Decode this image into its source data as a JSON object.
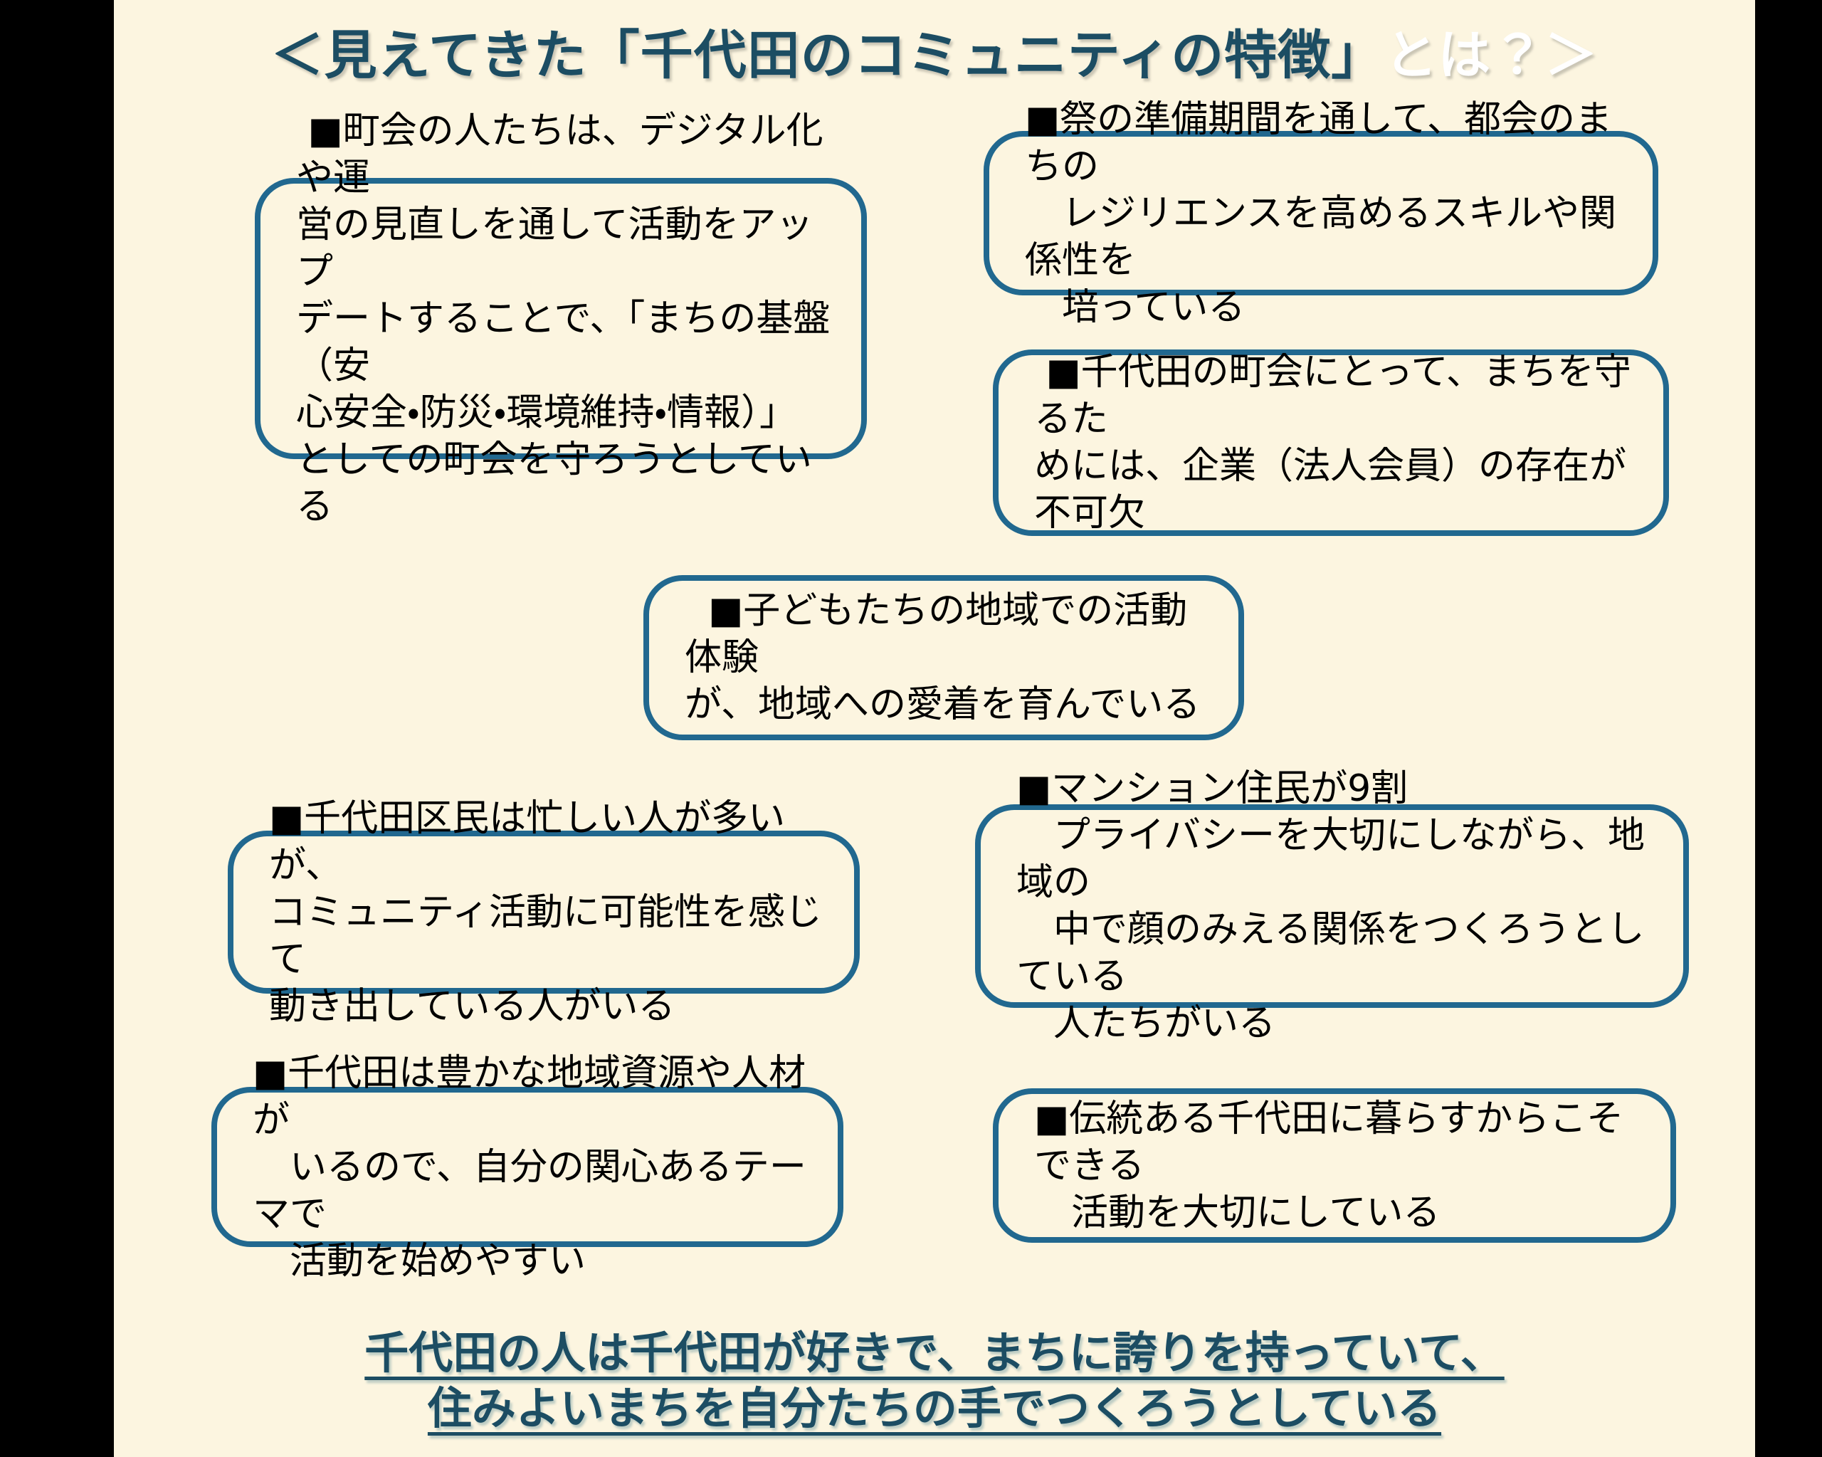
{
  "slide": {
    "title": {
      "main": "＜見えてきた「千代田のコミュニティの特徴」",
      "highlight": "とは？＞"
    },
    "boxes": [
      {
        "id": "chokai-update",
        "text": " ■町会の人たちは、デジタル化や運\n営の見直しを通して活動をアップ\nデートすることで、「まちの基盤（安\n心安全・防災・環境維持・情報）」\nとしての町会を守ろうとしている"
      },
      {
        "id": "matsuri-resilience",
        "text": "■祭の準備期間を通して、都会のまちの\n　レジリエンスを高めるスキルや関係性を\n　培っている"
      },
      {
        "id": "kigyo-hojin",
        "text": " ■千代田の町会にとって、まちを守るた\nめには、企業（法人会員）の存在が\n不可欠"
      },
      {
        "id": "kodomo-aichaku",
        "text": "  ■子どもたちの地域での活動体験\nが、地域への愛着を育んでいる"
      },
      {
        "id": "kumin-kanousei",
        "text": "■千代田区民は忙しい人が多いが、\nコミュニティ活動に可能性を感じて\n動き出している人がいる"
      },
      {
        "id": "mansion-jumin",
        "text": "■マンション住民が9割\n　プライバシーを大切にしながら、地域の\n　中で顔のみえる関係をつくろうとしている\n　人たちがいる"
      },
      {
        "id": "chiiki-shigen",
        "text": "■千代田は豊かな地域資源や人材が\n　いるので、自分の関心あるテーマで\n　活動を始めやすい"
      },
      {
        "id": "dento-katsudo",
        "text": "■伝統ある千代田に暮らすからこそできる\n　活動を大切にしている"
      }
    ],
    "footer": {
      "line1": "千代田の人は千代田が好きで、まちに誇りを持っていて、",
      "line2": "住みよいまちを自分たちの手でつくろうとしている"
    },
    "colors": {
      "letterbox": "#000000",
      "slide_background": "#FCF5E0",
      "box_border": "#21688F",
      "title_text": "#1C4D63",
      "title_highlight_text": "#FFFFFF",
      "body_text": "#000000",
      "footer_text": "#1C4D63"
    }
  }
}
